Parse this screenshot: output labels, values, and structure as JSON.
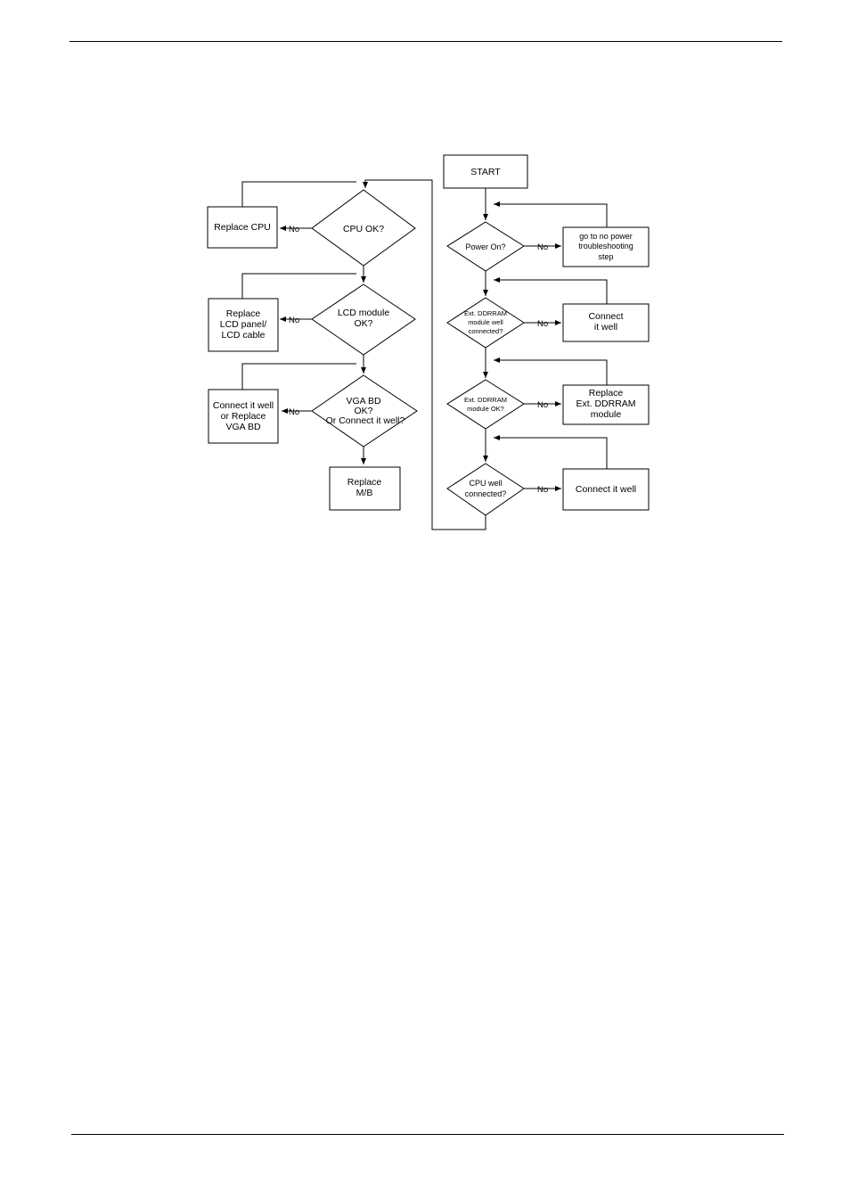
{
  "flowchart": {
    "start": "START",
    "left_column": {
      "cpu_ok": "CPU OK?",
      "replace_cpu": "Replace CPU",
      "lcd_module_ok": [
        "LCD module",
        "OK?"
      ],
      "replace_lcd": [
        "Replace",
        "LCD panel/",
        "LCD cable"
      ],
      "vga_bd_ok": [
        "VGA BD",
        "OK?",
        "Or Connect it well?"
      ],
      "connect_or_replace_vga": [
        "Connect it well",
        "or Replace",
        "VGA BD"
      ],
      "replace_mb": [
        "Replace",
        "M/B"
      ]
    },
    "right_column": {
      "power_on": "Power On?",
      "no_power_step": [
        "go to no power",
        "troubleshooting",
        "step"
      ],
      "ext_ddrram_connected": [
        "Ext. DDRRAM",
        "module well",
        "connected?"
      ],
      "connect_it_well_1": [
        "Connect",
        "it well"
      ],
      "ext_ddrram_ok": [
        "Ext. DDRRAM",
        "module OK?"
      ],
      "replace_ext_ddrram": [
        "Replace",
        "Ext. DDRRAM",
        "module"
      ],
      "cpu_well_connected": [
        "CPU well",
        "connected?"
      ],
      "connect_it_well_2": "Connect it well"
    },
    "no_label": "No"
  }
}
